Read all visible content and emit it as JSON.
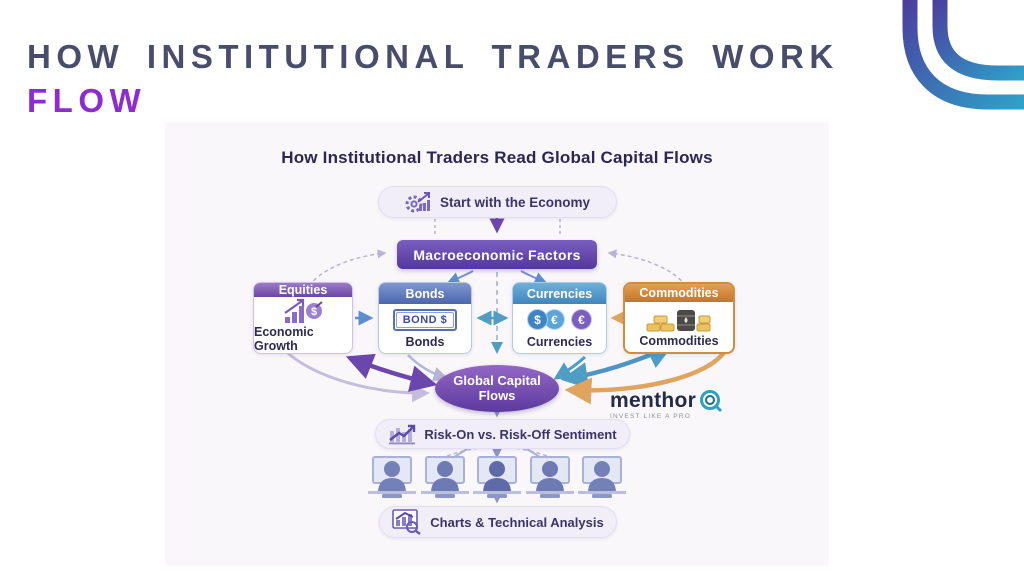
{
  "slide": {
    "title_line1": "HOW INSTITUTIONAL TRADERS WORK",
    "title_line2": "FLOW"
  },
  "diagram": {
    "title": "How Institutional Traders Read Global Capital Flows",
    "start_pill": "Start with the Economy",
    "macro_box": "Macroeconomic Factors",
    "assets": [
      {
        "header": "Equities",
        "label": "Economic Growth",
        "header_color": "#7a56b0"
      },
      {
        "header": "Bonds",
        "label": "Bonds",
        "header_color": "#5570b5",
        "cert_text": "BOND $"
      },
      {
        "header": "Currencies",
        "label": "Currencies",
        "header_color": "#4a94c8",
        "coins": [
          "$",
          "€",
          "€"
        ]
      },
      {
        "header": "Commodities",
        "label": "Commodities",
        "header_color": "#cf7f35"
      }
    ],
    "flows_line1": "Global Capital",
    "flows_line2": "Flows",
    "risk_pill": "Risk-On vs. Risk-Off Sentiment",
    "charts_pill": "Charts & Technical Analysis",
    "logo": {
      "brand": "menthor",
      "q": "Q",
      "tagline": "INVEST LIKE A PRO"
    }
  },
  "icons": {
    "corner": "double-arc-swoosh",
    "start": "gear-with-growth-chart",
    "equities": "bar-chart-arrow-and-dollar-coin",
    "bonds": "bond-certificate",
    "currencies": "currency-coins",
    "commodities": "gold-bars-and-oil-barrel",
    "risk": "bar-chart-trend-arrow",
    "charts": "chart-with-magnifier",
    "traders": "trader-at-desk"
  },
  "colors": {
    "accent_purple": "#8f2bd4",
    "title_slate": "#474d6b",
    "macro_purple": "#5d3fa5",
    "flows_purple": "#6b3fa0",
    "logo_teal": "#2ba3bc",
    "panel_bg": "#faf7fa"
  }
}
